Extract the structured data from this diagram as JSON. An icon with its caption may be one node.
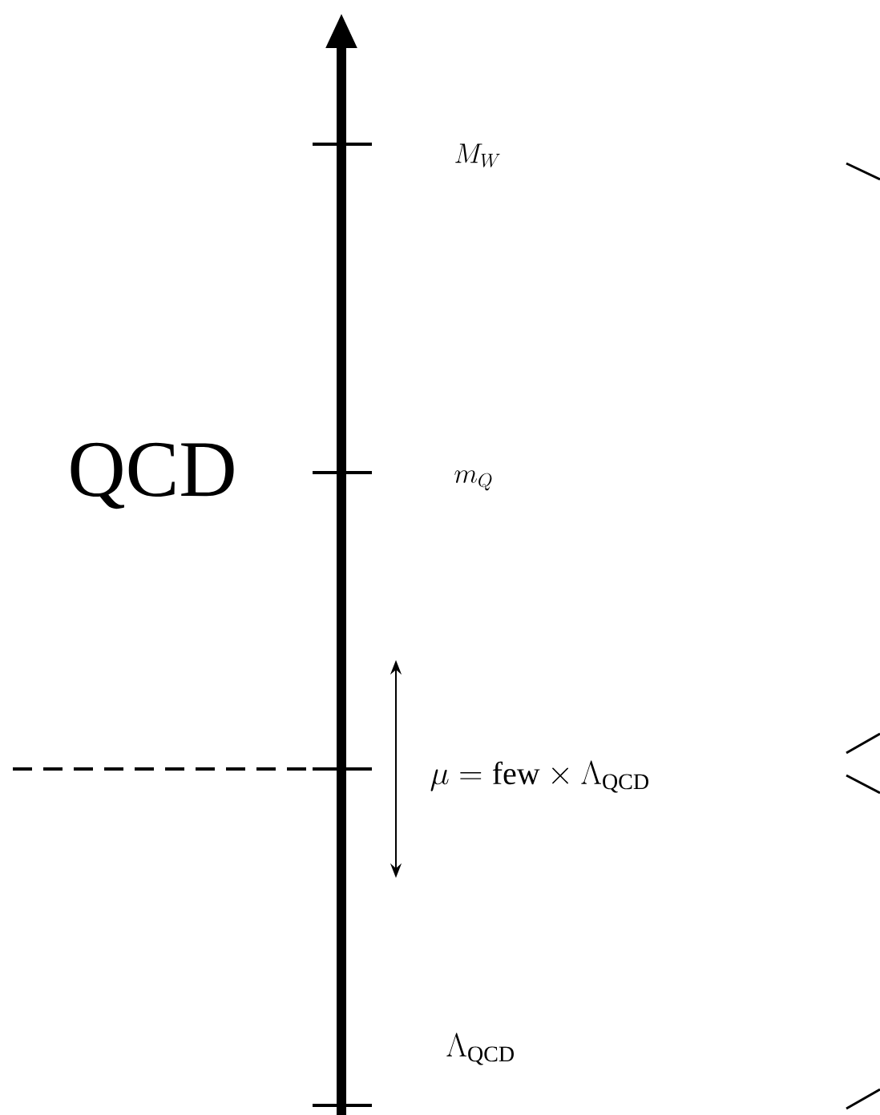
{
  "diagram": {
    "labels": [
      "M_W",
      "QCD",
      "m_Q",
      "\\mu = \\mathrm{few} \\times \\Lambda_{\\mathrm{QCD}}",
      "\\Lambda_{\\mathrm{QCD}}"
    ]
  }
}
